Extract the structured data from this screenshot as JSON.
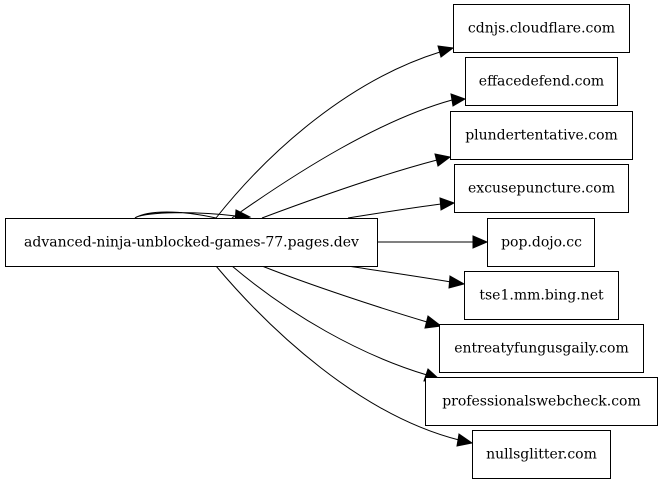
{
  "graph": {
    "source": {
      "id": "src",
      "label": "advanced-ninja-unblocked-games-77.pages.dev"
    },
    "targets": [
      {
        "id": "t0",
        "label": "cdnjs.cloudflare.com"
      },
      {
        "id": "t1",
        "label": "effacedefend.com"
      },
      {
        "id": "t2",
        "label": "plundertentative.com"
      },
      {
        "id": "t3",
        "label": "excusepuncture.com"
      },
      {
        "id": "t4",
        "label": "pop.dojo.cc"
      },
      {
        "id": "t5",
        "label": "tse1.mm.bing.net"
      },
      {
        "id": "t6",
        "label": "entreatyfungusgaily.com"
      },
      {
        "id": "t7",
        "label": "professionalswebcheck.com"
      },
      {
        "id": "t8",
        "label": "nullsglitter.com"
      }
    ],
    "edges": [
      {
        "from": "src",
        "to": "src"
      },
      {
        "from": "src",
        "to": "t0"
      },
      {
        "from": "src",
        "to": "t1"
      },
      {
        "from": "src",
        "to": "t2"
      },
      {
        "from": "src",
        "to": "t3"
      },
      {
        "from": "src",
        "to": "t4"
      },
      {
        "from": "src",
        "to": "t5"
      },
      {
        "from": "src",
        "to": "t6"
      },
      {
        "from": "src",
        "to": "t7"
      },
      {
        "from": "src",
        "to": "t8"
      }
    ]
  }
}
